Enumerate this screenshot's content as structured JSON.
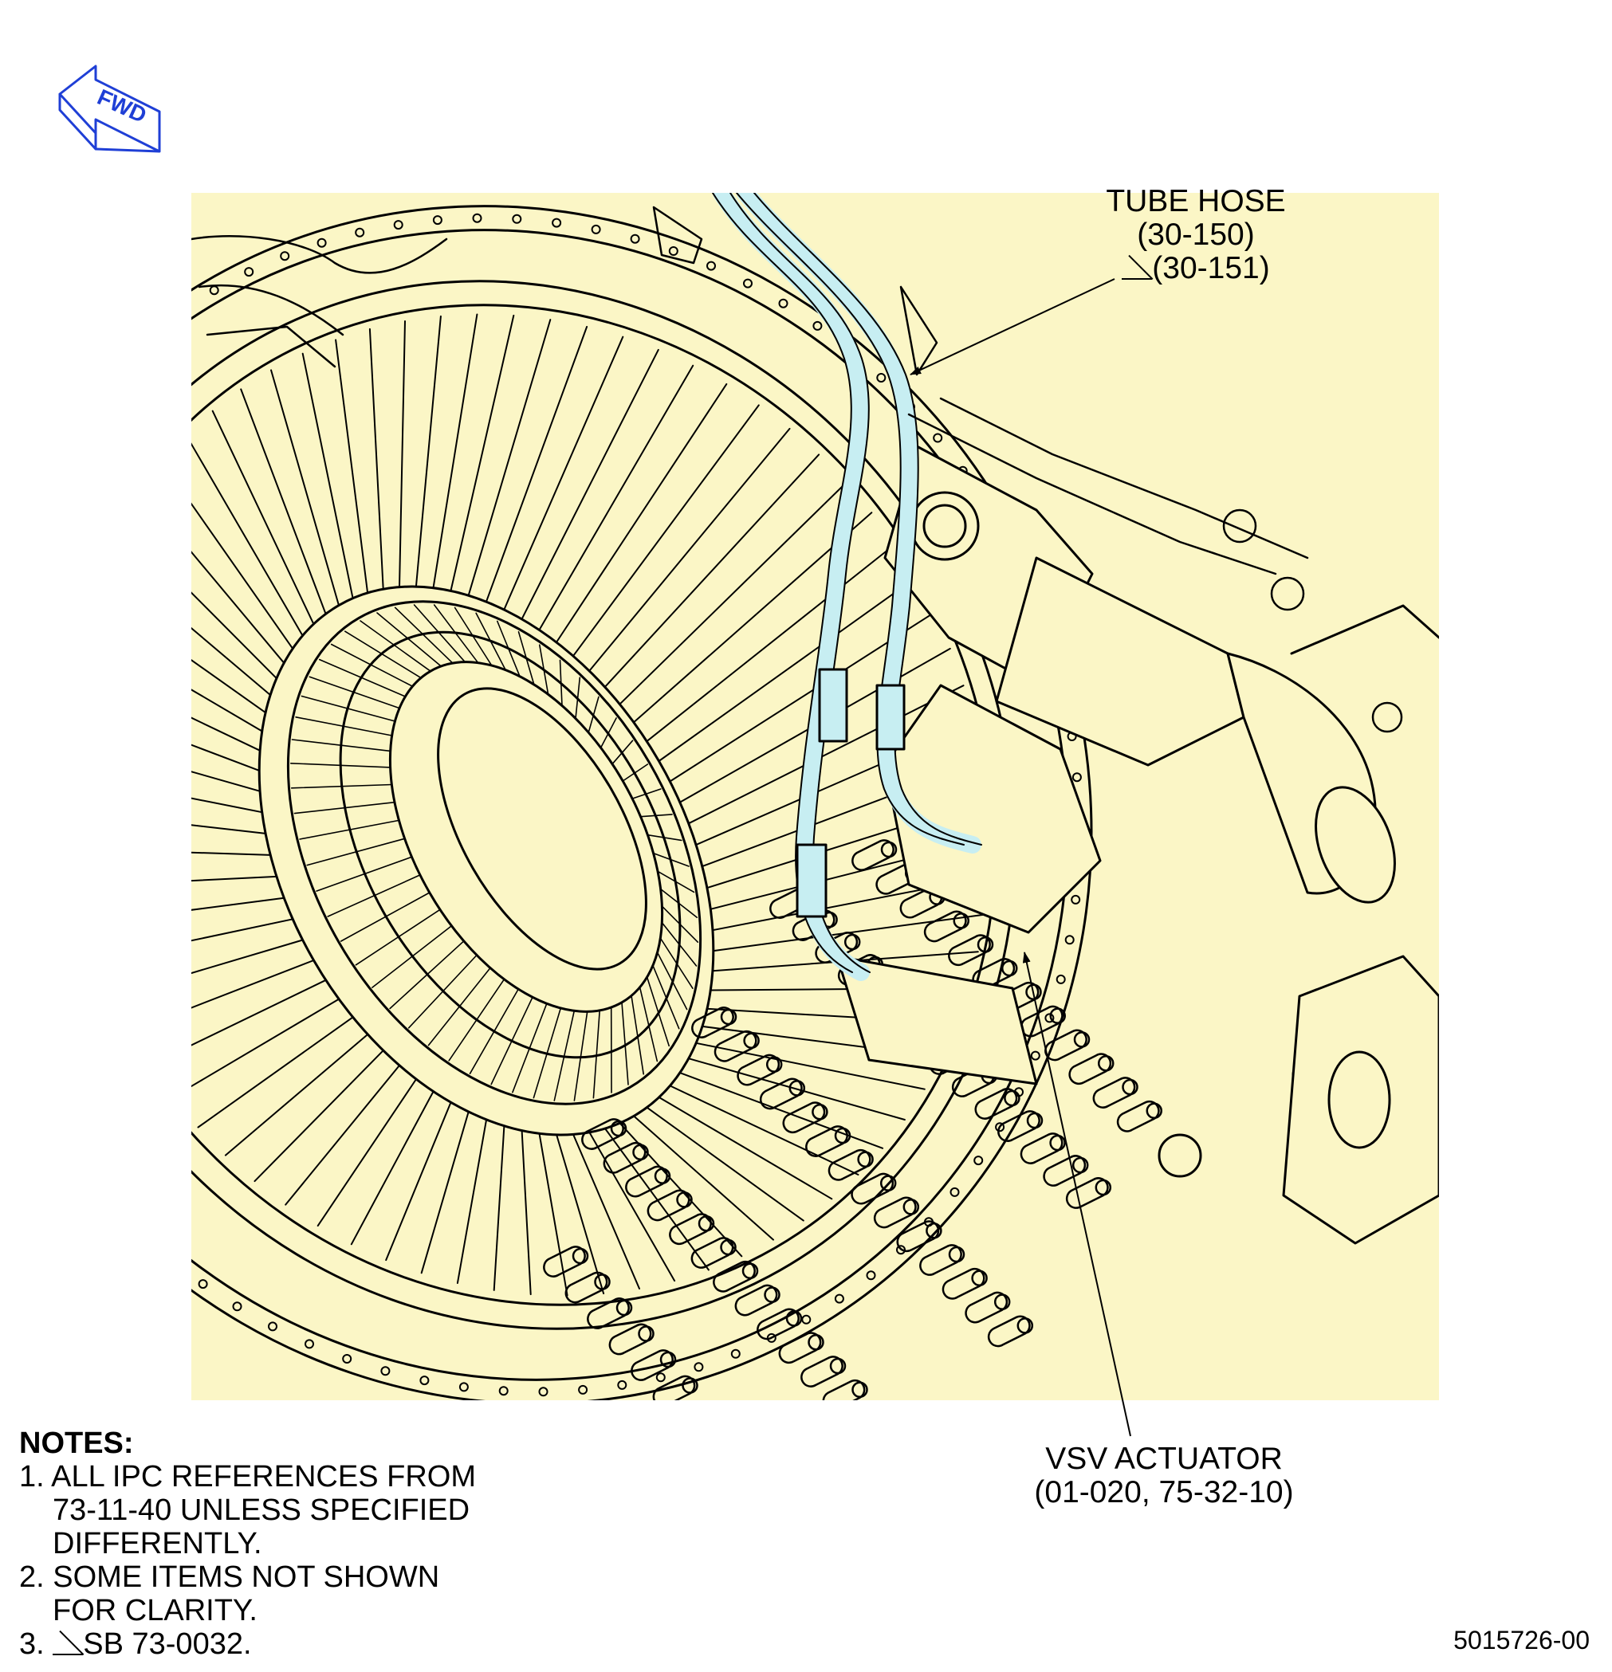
{
  "fwd_indicator": {
    "label": "FWD",
    "color": "#1f3fd6"
  },
  "illustration": {
    "background_color": "#fbf6c6",
    "hose_color": "#c7eef2",
    "line_color": "#000000"
  },
  "callouts": {
    "tube_hose": {
      "title": "TUBE HOSE",
      "ref1": "(30-150)",
      "ref2": "(30-151)"
    },
    "vsv_actuator": {
      "title": "VSV ACTUATOR",
      "ref": "(01-020, 75-32-10)"
    }
  },
  "notes": {
    "title": "NOTES:",
    "items": [
      {
        "num": "1.",
        "lines": [
          "ALL IPC REFERENCES FROM",
          "73-11-40 UNLESS SPECIFIED",
          "DIFFERENTLY."
        ]
      },
      {
        "num": "2.",
        "lines": [
          "SOME ITEMS NOT SHOWN",
          "FOR CLARITY."
        ]
      },
      {
        "num": "3.",
        "lines": [
          "SB 73-0032."
        ]
      }
    ]
  },
  "document_number": "5015726-00"
}
